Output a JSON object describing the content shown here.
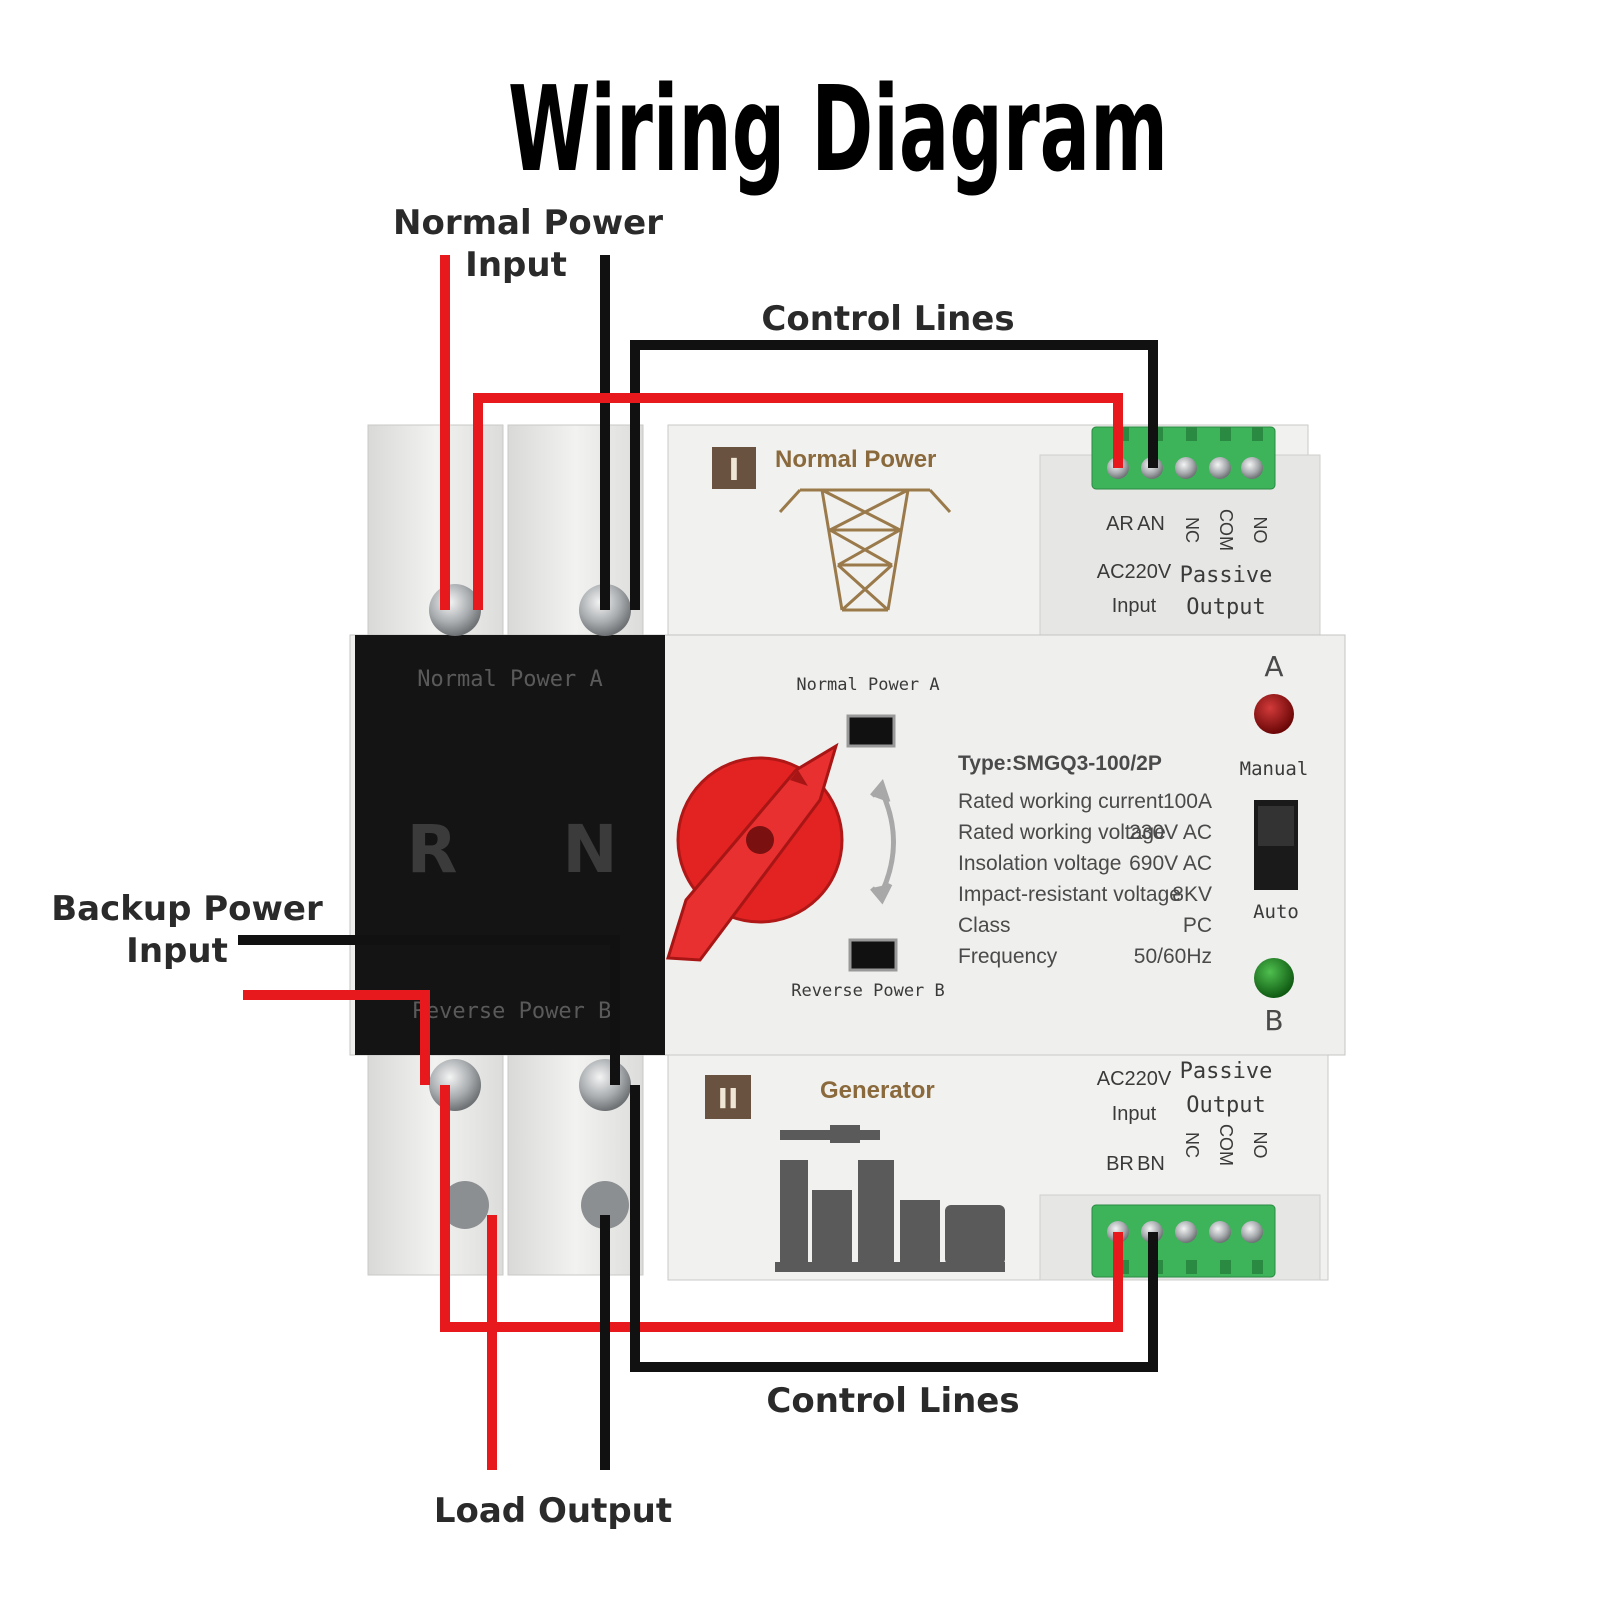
{
  "title": "Wiring Diagram",
  "callouts": {
    "normal_power_input": [
      "Normal Power",
      "Input"
    ],
    "control_lines_top": "Control Lines",
    "backup_power_input": [
      "Backup Power",
      "Input"
    ],
    "control_lines_bottom": "Control Lines",
    "load_output": "Load Output"
  },
  "device": {
    "black_panel": {
      "top_label": "Normal Power A",
      "left_letter": "R",
      "right_letter": "N",
      "bottom_label": "Reverse Power B"
    },
    "top_module": {
      "roman": "I",
      "name": "Normal Power",
      "terminals": [
        "AR",
        "AN",
        "NC",
        "COM",
        "NO"
      ],
      "input_label": [
        "AC220V",
        "Input"
      ],
      "output_label": [
        "Passive",
        "Output"
      ]
    },
    "bottom_module": {
      "roman": "II",
      "name": "Generator",
      "terminals": [
        "BR",
        "BN",
        "NC",
        "COM",
        "NO"
      ],
      "input_label": [
        "AC220V",
        "Input"
      ],
      "output_label": [
        "Passive",
        "Output"
      ]
    },
    "switch_labels": {
      "top": "Normal Power A",
      "bottom": "Reverse Power B"
    },
    "indicators": {
      "a_label": "A",
      "b_label": "B",
      "manual_label": "Manual",
      "auto_label": "Auto",
      "a_color": "#9a1010",
      "b_color": "#1f7a1f"
    },
    "specs": {
      "type": "Type:SMGQ3-100/2P",
      "rows": [
        {
          "label": "Rated working current",
          "value": "100A"
        },
        {
          "label": "Rated working voltage",
          "value": "230V AC"
        },
        {
          "label": "Insolation voltage",
          "value": "690V AC"
        },
        {
          "label": "Impact-resistant voltage",
          "value": "8KV"
        },
        {
          "label": "Class",
          "value": "PC"
        },
        {
          "label": "Frequency",
          "value": "50/60Hz"
        }
      ]
    }
  },
  "colors": {
    "wire_red": "#e8191c",
    "wire_black": "#111111",
    "terminal_green": "#3db45a",
    "knob_red": "#e32222",
    "housing": "#eeeeec"
  }
}
